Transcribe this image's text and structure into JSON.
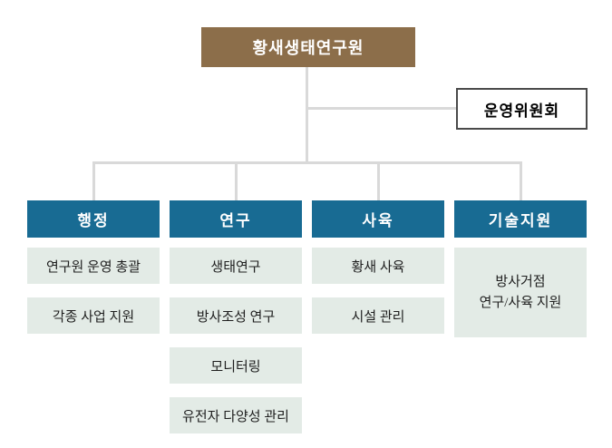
{
  "colors": {
    "root_bg": "#8c6e4a",
    "dept_header_bg": "#186b93",
    "item_bg": "#e3ebe6",
    "connector_line": "#d9d9d9",
    "committee_border": "#4a4a4a",
    "page_bg": "#ffffff"
  },
  "root": {
    "label": "황새생태연구원"
  },
  "committee": {
    "label": "운영위원회"
  },
  "departments": [
    {
      "label": "행정",
      "items": [
        {
          "label": "연구원 운영 총괄"
        },
        {
          "label": "각종 사업 지원"
        }
      ]
    },
    {
      "label": "연구",
      "items": [
        {
          "label": "생태연구"
        },
        {
          "label": "방사조성 연구"
        },
        {
          "label": "모니터링"
        },
        {
          "label": "유전자 다양성 관리"
        }
      ]
    },
    {
      "label": "사육",
      "items": [
        {
          "label": "황새 사육"
        },
        {
          "label": "시설 관리"
        }
      ]
    },
    {
      "label": "기술지원",
      "items": [
        {
          "lines": [
            "방사거점",
            "연구/사육 지원"
          ]
        }
      ]
    }
  ]
}
